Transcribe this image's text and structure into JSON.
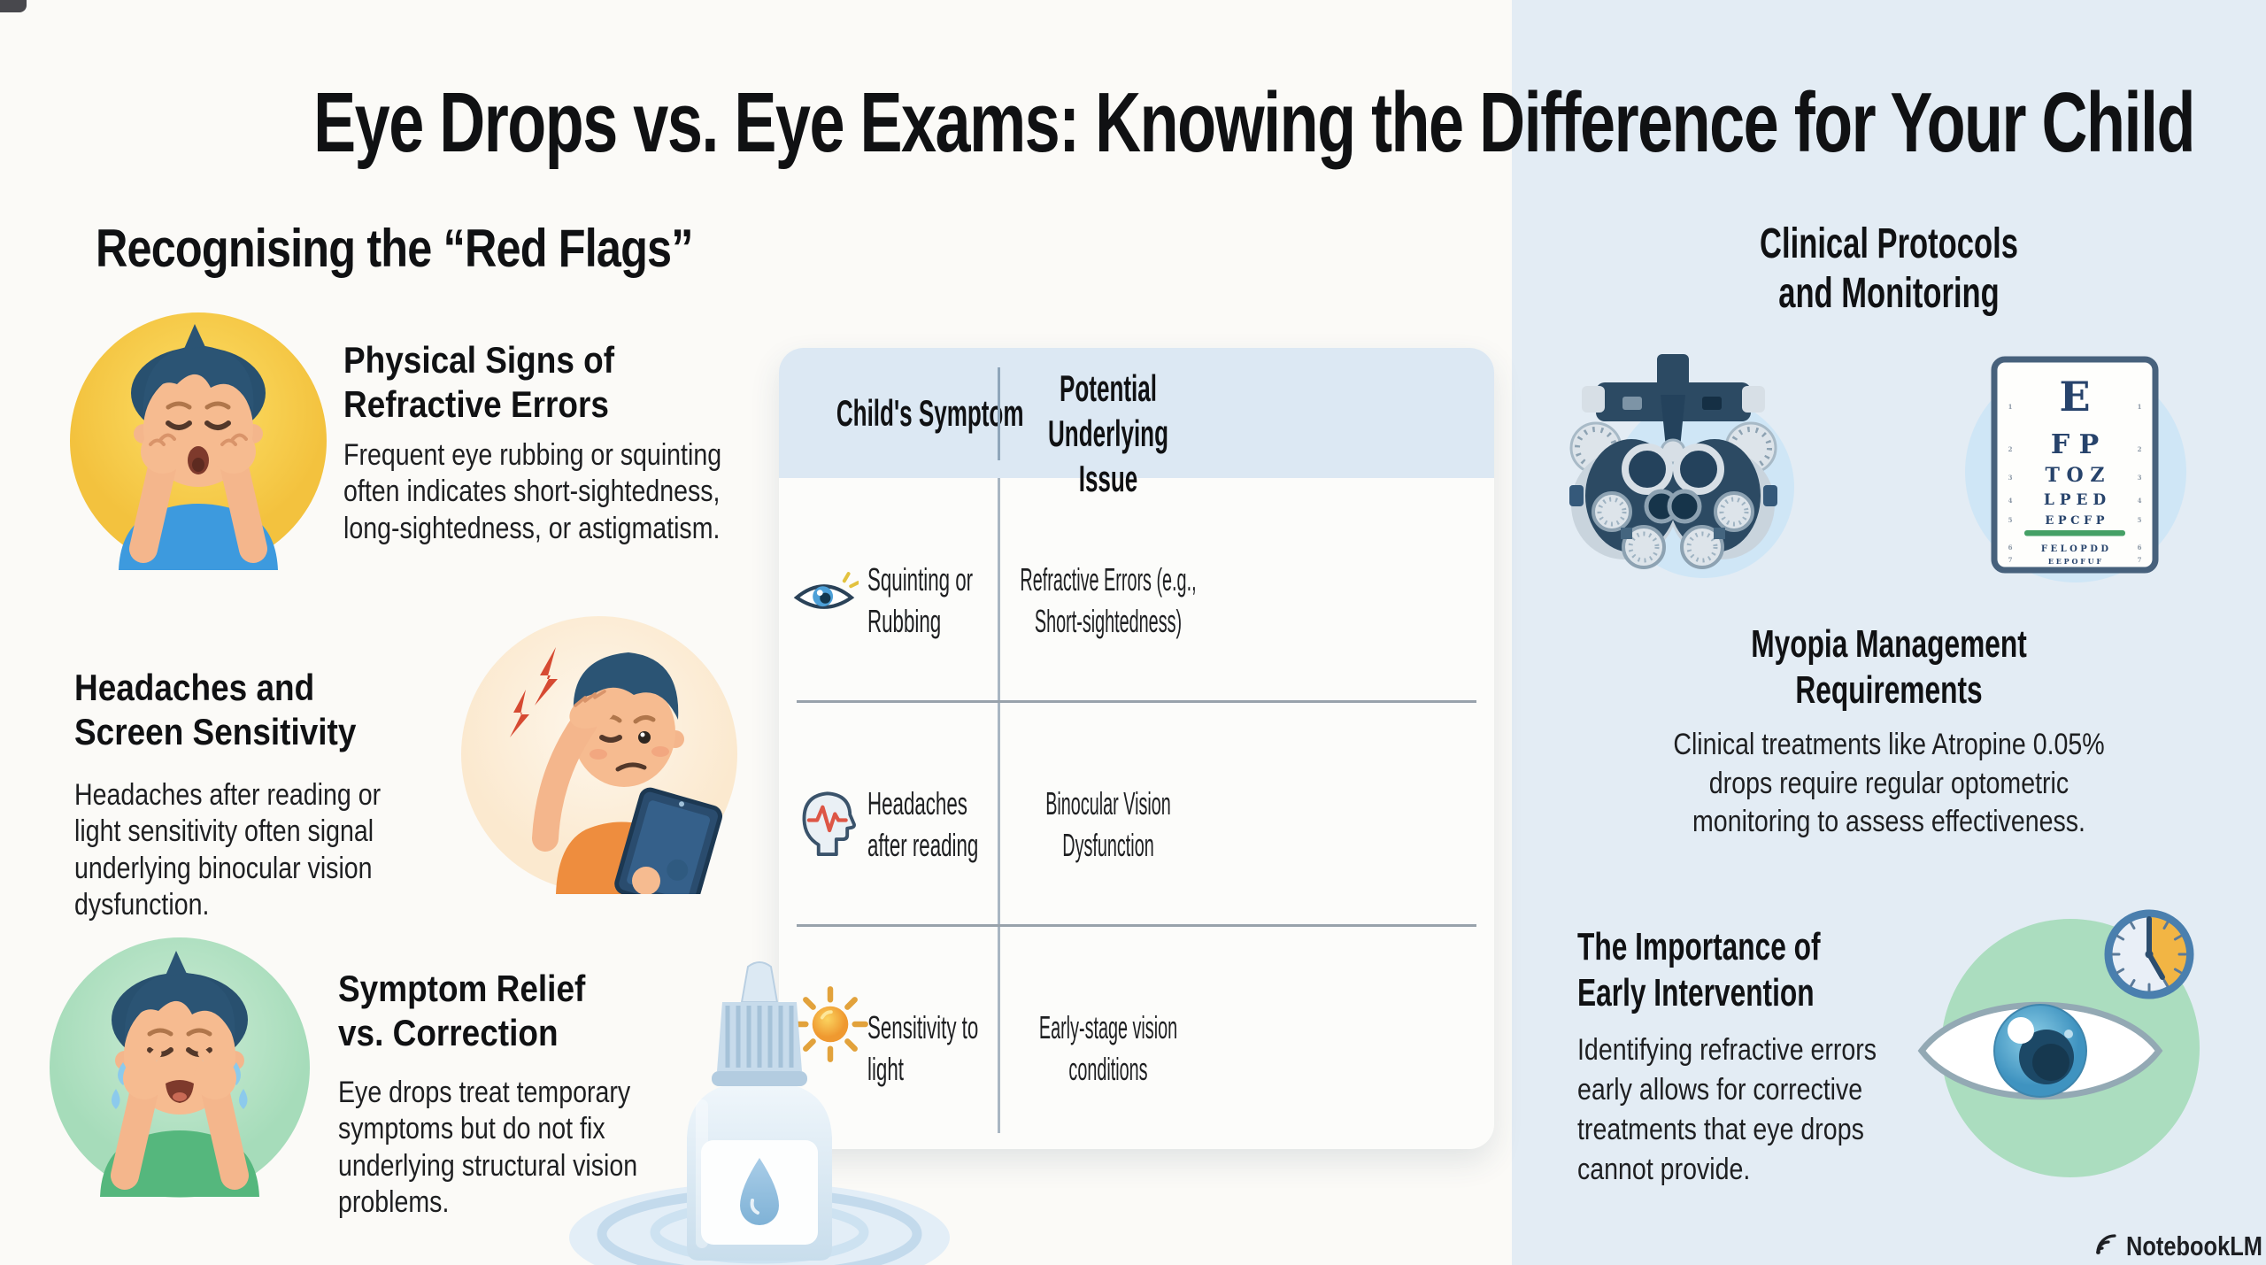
{
  "title": "Eye Drops vs. Eye Exams: Knowing the Difference for Your Child",
  "left_section": {
    "heading": "Recognising the “Red Flags”",
    "items": [
      {
        "icon": "crying-boy-rubbing-eyes",
        "heading": "Physical Signs of Refractive Errors",
        "body": "Frequent eye rubbing or squinting often indicates short-sightedness, long-sightedness, or astigmatism."
      },
      {
        "icon": "boy-headache-tablet",
        "heading": "Headaches and Screen Sensitivity",
        "body": "Headaches after reading or light sensitivity often signal underlying binocular vision dysfunction."
      },
      {
        "icon": "crying-boy-tears",
        "heading": "Symptom Relief vs. Correction",
        "body": "Eye drops treat temporary symptoms but do not fix underlying structural vision problems."
      }
    ]
  },
  "comparison_table": {
    "columns": [
      "Child's Symptom",
      "Potential Underlying Issue"
    ],
    "rows": [
      {
        "icon": "eye-icon",
        "symptom": "Squinting or Rubbing",
        "issue": "Refractive Errors (e.g., Short-sightedness)"
      },
      {
        "icon": "head-pulse-icon",
        "symptom": "Headaches after reading",
        "issue": "Binocular Vision Dysfunction"
      },
      {
        "icon": "sun-icon",
        "symptom": "Sensitivity to light",
        "issue": "Early-stage vision conditions"
      }
    ]
  },
  "right_section": {
    "heading": "Clinical Protocols and Monitoring",
    "myopia": {
      "heading": "Myopia Management Requirements",
      "body": "Clinical treatments like Atropine 0.05% drops require regular optometric monitoring to assess effectiveness."
    },
    "early": {
      "heading": "The Importance of Early Intervention",
      "body": "Identifying refractive errors early allows for corrective treatments that eye drops cannot provide."
    },
    "eye_chart": {
      "rows": [
        "E",
        "F P",
        "T O Z",
        "L P E D",
        "E P C F P",
        "F E L O P D D",
        "E E P O F U F"
      ],
      "left_marks": [
        "1",
        "2",
        "3",
        "4",
        "5",
        "6",
        "7"
      ],
      "right_marks": [
        "1",
        "2",
        "3",
        "4",
        "5",
        "6",
        "7"
      ]
    }
  },
  "footer": {
    "brand": "NotebookLM"
  },
  "colors": {
    "accent_blue": "#3d9ade",
    "panel_blue": "#e3ecf4",
    "navy": "#2c4a63",
    "table_header_bg": "#dce8f3",
    "yellow_circle": "#f6cd4e",
    "green_circle": "#abddbf",
    "cream_circle": "#fdf1df",
    "orange_shirt": "#ee8d3e",
    "alert_red": "#d64a32",
    "chart_green_line": "#45a066"
  }
}
